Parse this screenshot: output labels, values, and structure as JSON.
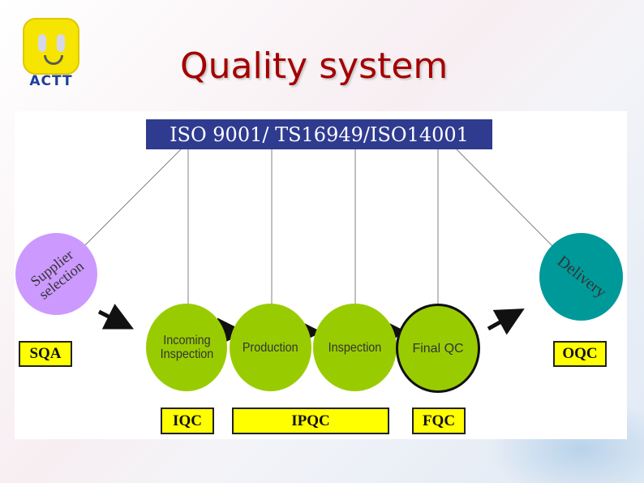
{
  "logo": {
    "text": "ACTT"
  },
  "title": "Quality system",
  "diagram": {
    "standard": "ISO 9001/ TS16949/ISO14001",
    "supplier": {
      "line1": "Supplier",
      "line2": "selection"
    },
    "delivery": "Delivery",
    "process_steps": [
      {
        "line1": "Incoming",
        "line2": "Inspection"
      },
      {
        "line1": "Production"
      },
      {
        "line1": "Inspection"
      },
      {
        "line1": "Final QC"
      }
    ],
    "control_labels": {
      "sqa": "SQA",
      "oqc": "OQC",
      "iqc": "IQC",
      "ipqc": "IPQC",
      "fqc": "FQC"
    }
  },
  "colors": {
    "title": "#a40000",
    "banner": "#2f3b8f",
    "supplier_circle": "#cc99ff",
    "delivery_circle": "#009999",
    "process_circle": "#99cc00",
    "label_box": "#ffff00"
  }
}
